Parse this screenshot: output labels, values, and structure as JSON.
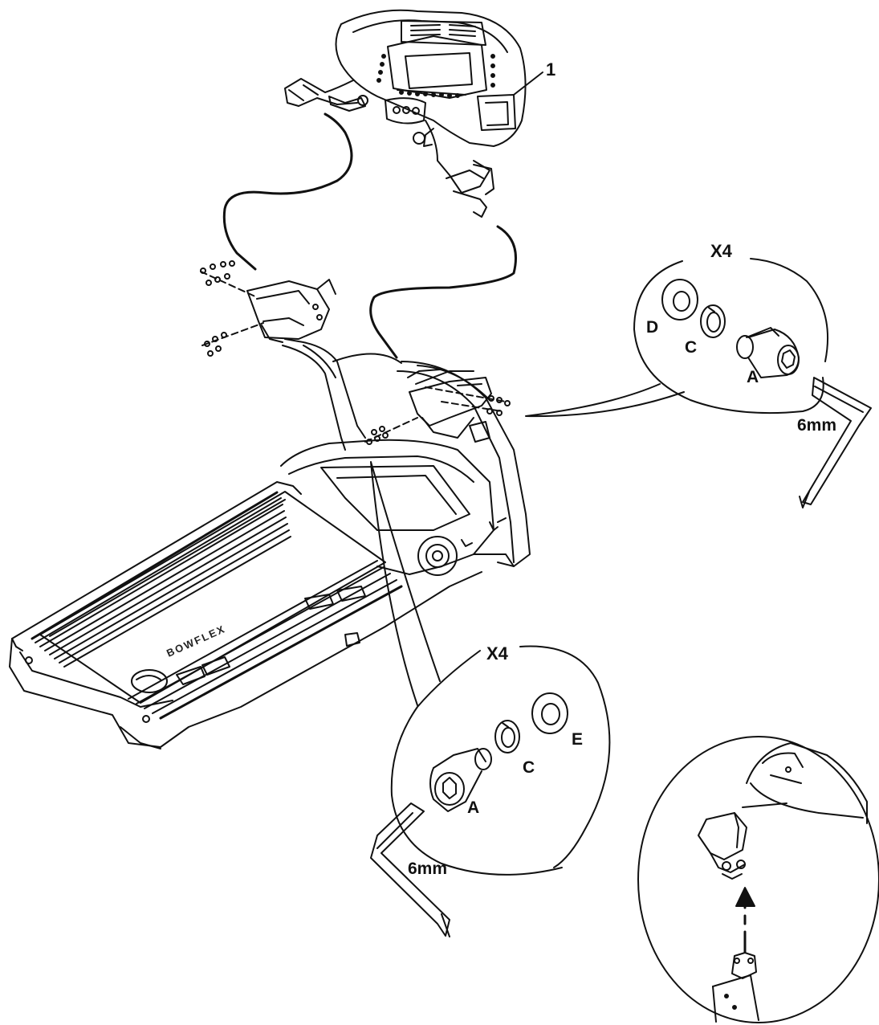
{
  "callout_number": "1",
  "detail_upper": {
    "quantity": "X4",
    "parts": {
      "D": "D",
      "C": "C",
      "A": "A"
    },
    "tool": "6mm"
  },
  "detail_lower": {
    "quantity": "X4",
    "parts": {
      "E": "E",
      "C": "C",
      "A": "A"
    },
    "tool": "6mm"
  },
  "brand": "BOWFLEX",
  "colors": {
    "line": "#111111",
    "background": "#ffffff"
  }
}
